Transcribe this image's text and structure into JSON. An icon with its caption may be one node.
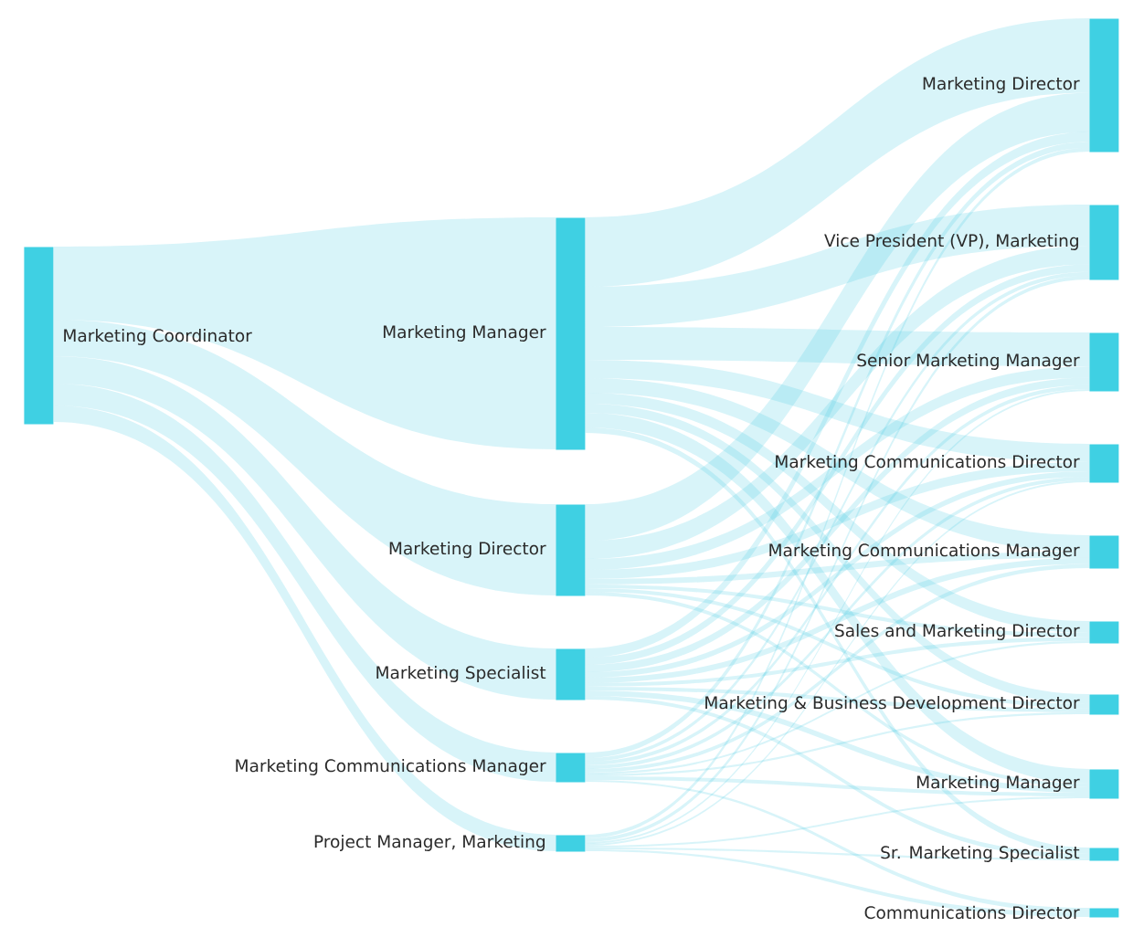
{
  "diagram": {
    "nodes": [
      {
        "text": [
          "Marketing Coordinator"
        ]
      },
      {
        "text": [
          "Marketing Manager"
        ]
      },
      {
        "text": [
          "Marketing Director"
        ]
      },
      {
        "text": [
          "Marketing Specialist"
        ]
      },
      {
        "text": [
          "Marketing Communications Manager"
        ]
      },
      {
        "text": [
          "Project Manager, Marketing"
        ]
      },
      {
        "text": [
          "Marketing Director"
        ]
      },
      {
        "text": [
          "Vice President (VP), Marketing"
        ]
      },
      {
        "text": [
          "Senior Marketing Manager"
        ]
      },
      {
        "text": [
          "Marketing Communications Director"
        ]
      },
      {
        "text": [
          "Marketing Communications Manager"
        ]
      },
      {
        "text": [
          "Sales and Marketing Director"
        ]
      },
      {
        "text": [
          "Marketing & Business Development Director"
        ]
      },
      {
        "text": [
          "Marketing Manager"
        ]
      },
      {
        "text": [
          "Sr. Marketing Specialist"
        ]
      },
      {
        "text": [
          "Communications Director"
        ]
      }
    ],
    "edges": [
      {
        "from": 0,
        "to": 1,
        "arrow": "none"
      },
      {
        "from": 0,
        "to": 2,
        "arrow": "none"
      },
      {
        "from": 0,
        "to": 3,
        "arrow": "none"
      },
      {
        "from": 0,
        "to": 4,
        "arrow": "none"
      },
      {
        "from": 0,
        "to": 5,
        "arrow": "none"
      },
      {
        "from": 1,
        "to": 6,
        "arrow": "none"
      },
      {
        "from": 1,
        "to": 7,
        "arrow": "none"
      },
      {
        "from": 1,
        "to": 8,
        "arrow": "none"
      },
      {
        "from": 1,
        "to": 9,
        "arrow": "none"
      },
      {
        "from": 1,
        "to": 10,
        "arrow": "none"
      },
      {
        "from": 1,
        "to": 11,
        "arrow": "none"
      },
      {
        "from": 1,
        "to": 12,
        "arrow": "none"
      },
      {
        "from": 1,
        "to": 13,
        "arrow": "none"
      },
      {
        "from": 1,
        "to": 14,
        "arrow": "none"
      },
      {
        "from": 2,
        "to": 6,
        "arrow": "none"
      },
      {
        "from": 2,
        "to": 7,
        "arrow": "none"
      },
      {
        "from": 2,
        "to": 8,
        "arrow": "none"
      },
      {
        "from": 2,
        "to": 9,
        "arrow": "none"
      },
      {
        "from": 2,
        "to": 10,
        "arrow": "none"
      },
      {
        "from": 2,
        "to": 11,
        "arrow": "none"
      },
      {
        "from": 2,
        "to": 12,
        "arrow": "none"
      },
      {
        "from": 2,
        "to": 13,
        "arrow": "none"
      },
      {
        "from": 3,
        "to": 6,
        "arrow": "none"
      },
      {
        "from": 3,
        "to": 7,
        "arrow": "none"
      },
      {
        "from": 3,
        "to": 8,
        "arrow": "none"
      },
      {
        "from": 3,
        "to": 9,
        "arrow": "none"
      },
      {
        "from": 3,
        "to": 10,
        "arrow": "none"
      },
      {
        "from": 3,
        "to": 11,
        "arrow": "none"
      },
      {
        "from": 3,
        "to": 12,
        "arrow": "none"
      },
      {
        "from": 3,
        "to": 13,
        "arrow": "none"
      },
      {
        "from": 3,
        "to": 14,
        "arrow": "none"
      },
      {
        "from": 4,
        "to": 6,
        "arrow": "none"
      },
      {
        "from": 4,
        "to": 7,
        "arrow": "none"
      },
      {
        "from": 4,
        "to": 8,
        "arrow": "none"
      },
      {
        "from": 4,
        "to": 9,
        "arrow": "none"
      },
      {
        "from": 4,
        "to": 10,
        "arrow": "none"
      },
      {
        "from": 4,
        "to": 11,
        "arrow": "none"
      },
      {
        "from": 4,
        "to": 12,
        "arrow": "none"
      },
      {
        "from": 4,
        "to": 13,
        "arrow": "none"
      },
      {
        "from": 4,
        "to": 15,
        "arrow": "none"
      },
      {
        "from": 5,
        "to": 6,
        "arrow": "none"
      },
      {
        "from": 5,
        "to": 7,
        "arrow": "none"
      },
      {
        "from": 5,
        "to": 8,
        "arrow": "none"
      },
      {
        "from": 5,
        "to": 9,
        "arrow": "none"
      },
      {
        "from": 5,
        "to": 13,
        "arrow": "none"
      },
      {
        "from": 5,
        "to": 14,
        "arrow": "none"
      },
      {
        "from": 5,
        "to": 15,
        "arrow": "none"
      }
    ]
  }
}
